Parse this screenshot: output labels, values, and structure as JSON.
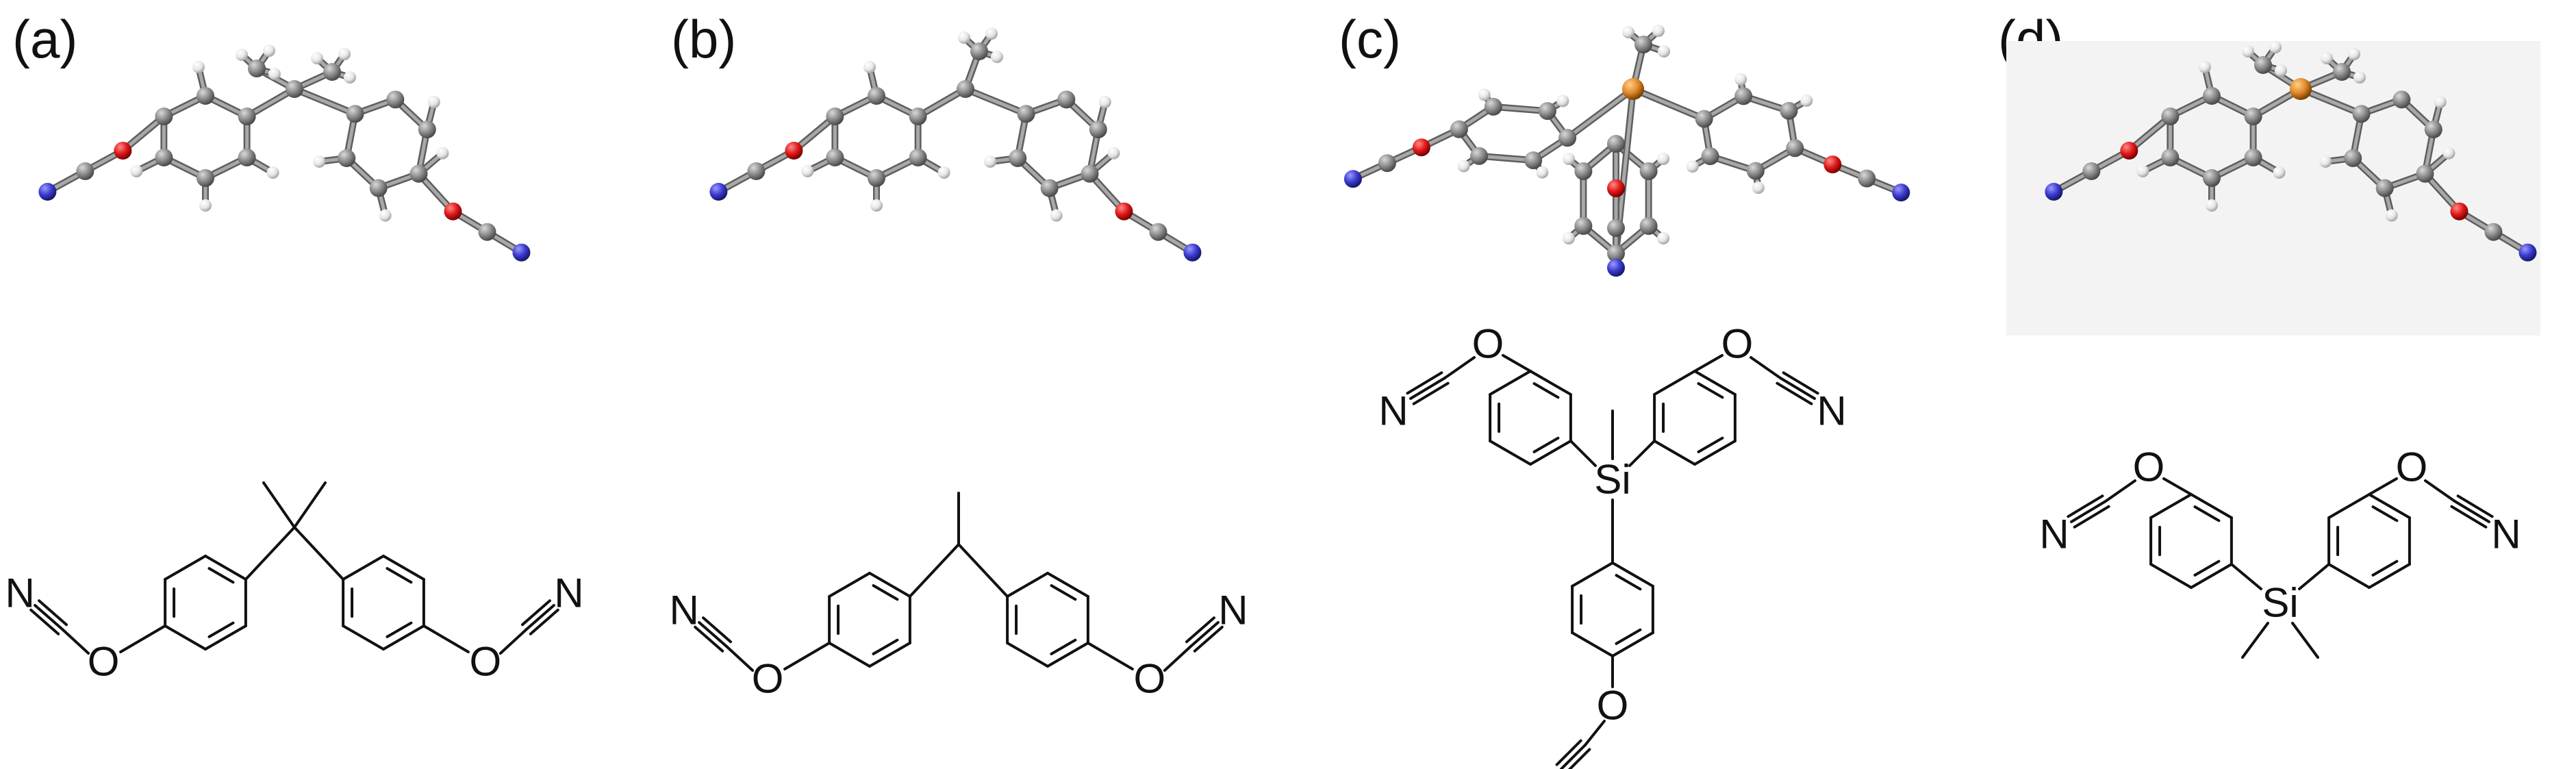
{
  "panels": [
    {
      "label": "(a)"
    },
    {
      "label": "(b)"
    },
    {
      "label": "(c)"
    },
    {
      "label": "(d)"
    }
  ],
  "atoms": {
    "n": "N",
    "o": "O",
    "si": "Si"
  },
  "colors": {
    "carbon": "#8c8c8c",
    "hydrogen": "#e6e6e6",
    "oxygen": "#e01919",
    "nitrogen": "#3b3bcf",
    "silicon": "#e08a2b",
    "bond": "#111111",
    "panel_d_background": "#f3f3f3"
  }
}
